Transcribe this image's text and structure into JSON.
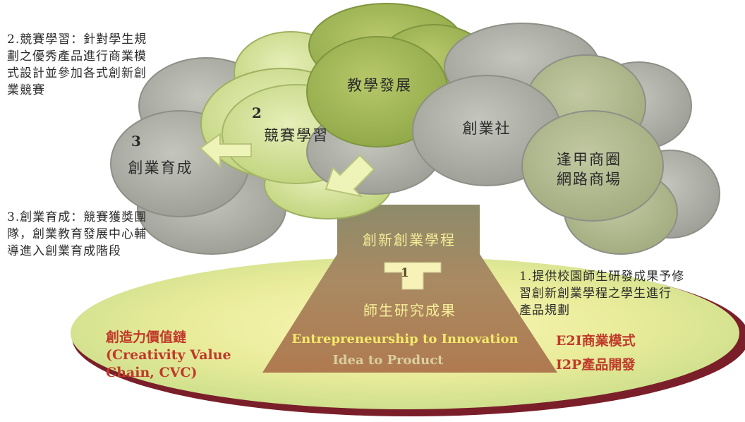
{
  "notes": {
    "competition": "2.競賽學習：針對學生規\n劃之優秀產品進行商業模\n式設計並參加各式創新創\n業競賽",
    "incubation": "3.創業育成：競賽獲獎團\n隊，創業教育發展中心輔\n導進入創業育成階段",
    "research": "1.提供校園師生研發成果予修\n習創新創業學程之學生進行\n產品規劃"
  },
  "nodes": {
    "teaching": "教學發展",
    "competition_num": "2",
    "competition": "競賽學習",
    "incubation_num": "3",
    "incubation": "創業育成",
    "club": "創業社",
    "fengchia": "逢甲商圈\n網路商場"
  },
  "trunk": {
    "program": "創新創業學程",
    "step_num": "1",
    "research": "師生研究成果",
    "e2i_en": "Entrepreneurship to Innovation",
    "i2p_en": "Idea to Product"
  },
  "base": {
    "cvc": "創造力價值鏈\n(Creativity Value\nChain, CVC)",
    "e2i": "E2I商業模式",
    "i2p": "I2P產品開發"
  },
  "colors": {
    "green_dark": "#9fb454",
    "green_light": "#d4e39a",
    "gray": "#a9aaa2",
    "trunk": "#a8754d",
    "red_text": "#c0392b",
    "yellow_text": "#f3ea8a"
  }
}
